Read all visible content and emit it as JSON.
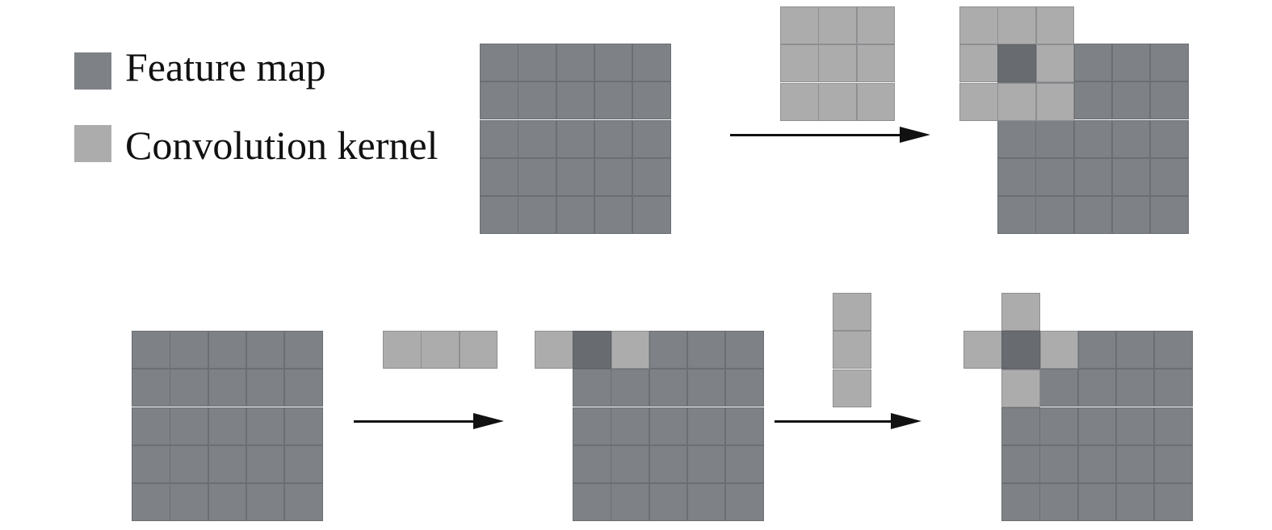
{
  "legend": {
    "items": [
      {
        "label": "Feature map",
        "color": "#7e8186"
      },
      {
        "label": "Convolution kernel",
        "color": "#acacad"
      }
    ]
  },
  "colors": {
    "feature_map": "#7e8186",
    "kernel": "#acacad",
    "kernel_center": "#686c71",
    "arrow": "#111111"
  },
  "diagram": {
    "top_row": {
      "description": "Standard 3x3 convolution applied to 5x5 feature map",
      "feature_map_size": "5x5",
      "kernel_size": "3x3"
    },
    "bottom_row": {
      "description": "Asymmetric convolution: 1x3 kernel then 3x1 kernel applied to 5x5 feature map",
      "feature_map_size": "5x5",
      "kernel_sizes": [
        "1x3",
        "3x1"
      ]
    }
  }
}
